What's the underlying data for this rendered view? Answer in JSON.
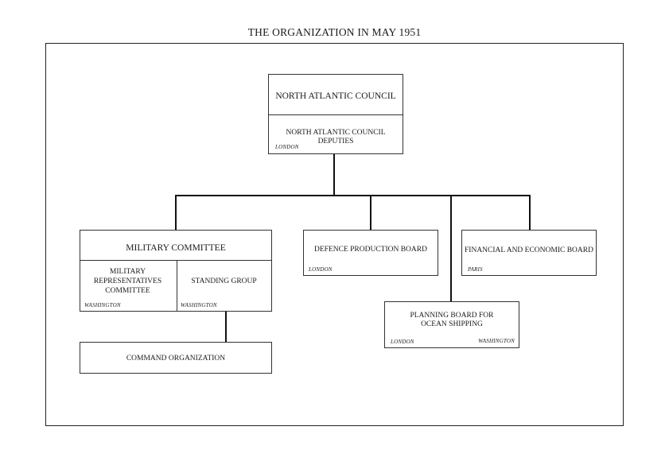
{
  "title": "THE ORGANIZATION IN MAY 1951",
  "council": {
    "name": "NORTH ATLANTIC COUNCIL",
    "deputies": "NORTH ATLANTIC COUNCIL DEPUTIES",
    "location": "LONDON"
  },
  "military_committee": {
    "name": "MILITARY COMMITTEE",
    "reps_line1": "MILITARY",
    "reps_line2": "REPRESENTATIVES",
    "reps_line3": "COMMITTEE",
    "reps_location": "WASHINGTON",
    "standing_group": "STANDING GROUP",
    "standing_location": "WASHINGTON"
  },
  "command": {
    "name": "COMMAND ORGANIZATION"
  },
  "defence_board": {
    "name": "DEFENCE PRODUCTION BOARD",
    "location": "LONDON"
  },
  "financial_board": {
    "name": "FINANCIAL AND ECONOMIC BOARD",
    "location": "PARIS"
  },
  "planning_board": {
    "line1": "PLANNING BOARD FOR",
    "line2": "OCEAN SHIPPING",
    "location_left": "LONDON",
    "location_right": "WASHINGTON"
  }
}
